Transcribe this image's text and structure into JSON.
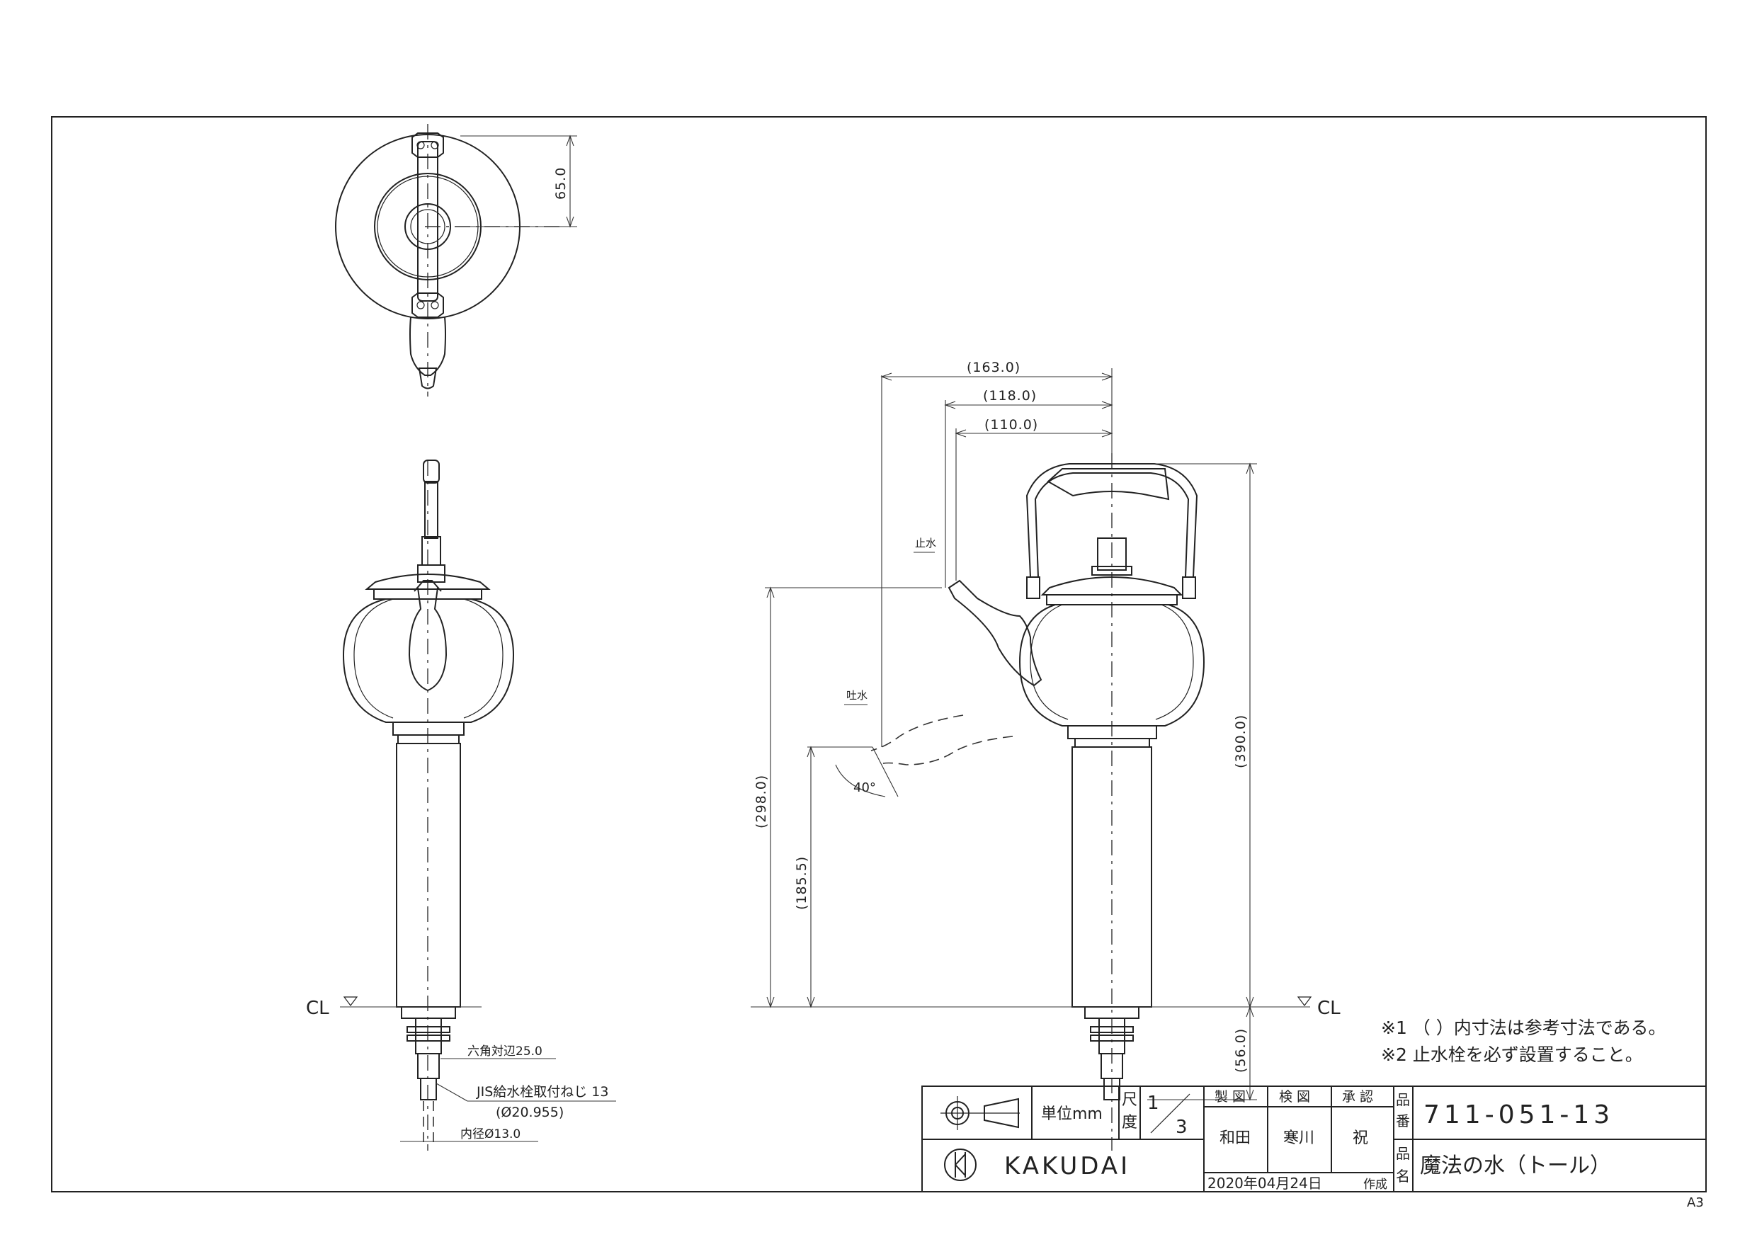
{
  "frame": {
    "size_label": "A3"
  },
  "dimensions": {
    "top_65": "65.0",
    "d163": "(163.0)",
    "d118": "(118.0)",
    "d110": "(110.0)",
    "d390": "(390.0)",
    "d298": "(298.0)",
    "d185": "(185.5)",
    "d56": "(56.0)",
    "angle": "40°",
    "hex": "六角対辺25.0",
    "jis": "JIS給水栓取付ねじ 13",
    "jis_dia": "(Ø20.955)",
    "inner": "内径Ø13.0"
  },
  "labels": {
    "cl_left": "CL",
    "cl_right": "CL",
    "stop": "止水",
    "spout": "吐水"
  },
  "notes": {
    "n1": "※1 （ ）内寸法は参考寸法である。",
    "n2": "※2  止水栓を必ず設置すること。"
  },
  "title_block": {
    "unit": "単位mm",
    "scale_label": [
      "尺",
      "度"
    ],
    "scale_num": "1",
    "scale_den": "3",
    "h_drawn": "製 図",
    "h_check": "検 図",
    "h_approve": "承 認",
    "drawn": "和田",
    "checked": "寒川",
    "approved": "祝",
    "part_no_label": [
      "品",
      "番"
    ],
    "part_no": "711-051-13",
    "part_name_label": [
      "品",
      "名"
    ],
    "part_name": "魔法の水（トール）",
    "logo": "KAKUDAI",
    "date": "2020年04月24日",
    "made": "作成"
  }
}
